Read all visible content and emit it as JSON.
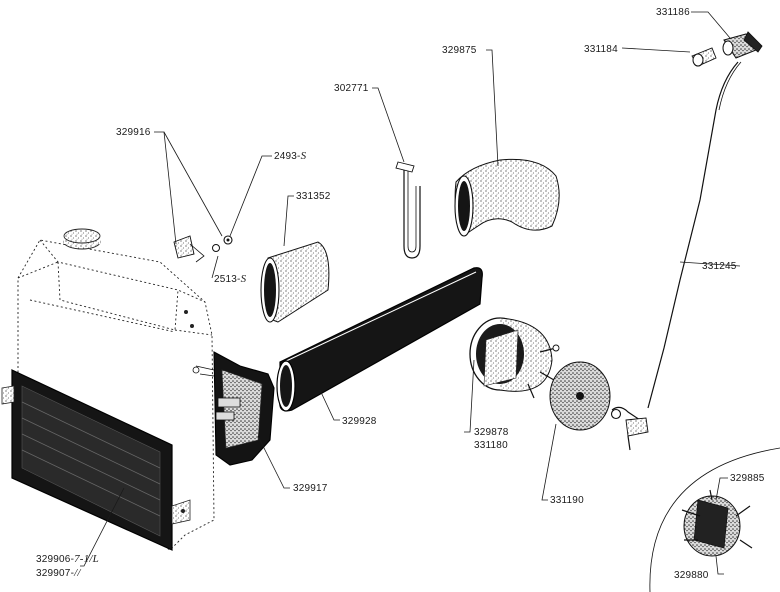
{
  "colors": {
    "ink": "#111111",
    "paper": "#ffffff",
    "stipple": "#8a8a8a",
    "dark_fill": "#161616"
  },
  "parts": {
    "p331186": "331186",
    "p331184": "331184",
    "p329875": "329875",
    "p302771": "302771",
    "p329916": "329916",
    "p2493s": "2493-",
    "p2493s_suffix": "S",
    "p331352": "331352",
    "p2513s": "2513-",
    "p2513s_suffix": "S",
    "p331245": "331245",
    "p329928": "329928",
    "p329878": "329878",
    "p331180": "331180",
    "p329917": "329917",
    "p331190": "331190",
    "p329885": "329885",
    "p329906": "329906-",
    "p329906_suffix": "7-1/L",
    "p329907": "329907-",
    "p329907_suffix": "//",
    "p329880": "329880"
  }
}
